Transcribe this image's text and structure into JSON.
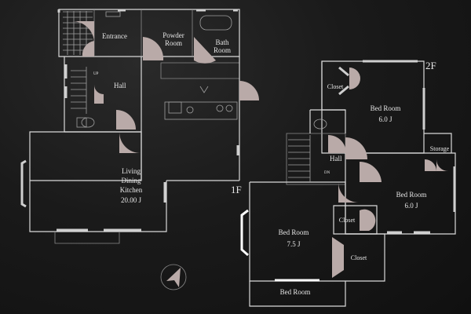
{
  "floor1": {
    "level": "1F",
    "entrance": "Entrance",
    "powder_room": [
      "Powder",
      "Room"
    ],
    "bath_room": [
      "Bath",
      "Room"
    ],
    "hall": "Hall",
    "up": "UP",
    "living": [
      "Living",
      "Dining",
      "Kitchen",
      "20.00 J"
    ]
  },
  "floor2": {
    "level": "2F",
    "closet_a": "Closet",
    "bed_a": [
      "Bed Room",
      "6.0 J"
    ],
    "storage": "Storage",
    "hall": "Hall",
    "dn": "DN",
    "bed_b": [
      "Bed Room",
      "6.0 J"
    ],
    "closet_b": "Closet",
    "bed_c": [
      "Bed Room",
      "7.5 J"
    ],
    "closet_c": "Closet",
    "bed_d": "Bed Room"
  },
  "colors": {
    "wall": "#d9d9d9",
    "door": "#b9aaa8",
    "background": "#141414"
  },
  "icons": {
    "compass": "north-arrow-icon"
  }
}
